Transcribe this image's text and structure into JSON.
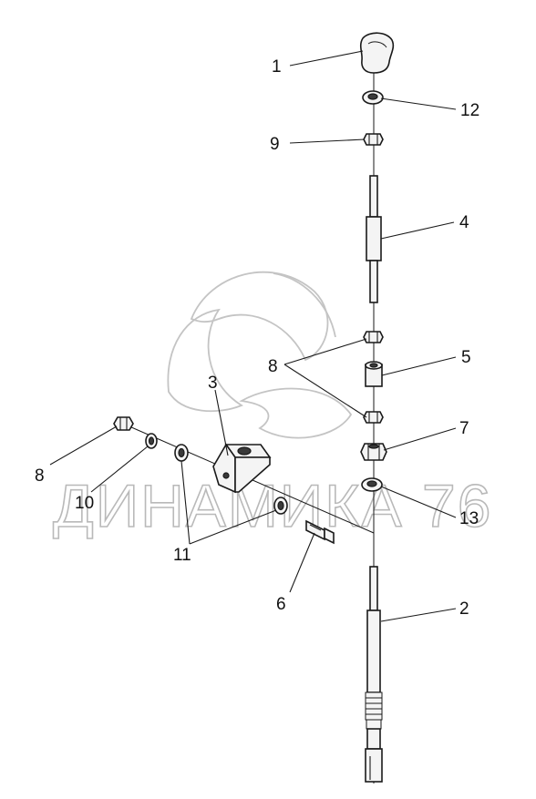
{
  "watermark": {
    "text": "ДИНАМИКА 76"
  },
  "diagram": {
    "labels": [
      {
        "id": "label-1",
        "text": "1"
      },
      {
        "id": "label-12",
        "text": "12"
      },
      {
        "id": "label-9",
        "text": "9"
      },
      {
        "id": "label-4",
        "text": "4"
      },
      {
        "id": "label-8-upper",
        "text": "8"
      },
      {
        "id": "label-5",
        "text": "5"
      },
      {
        "id": "label-3",
        "text": "3"
      },
      {
        "id": "label-7",
        "text": "7"
      },
      {
        "id": "label-8-left",
        "text": "8"
      },
      {
        "id": "label-10",
        "text": "10"
      },
      {
        "id": "label-13",
        "text": "13"
      },
      {
        "id": "label-11",
        "text": "11"
      },
      {
        "id": "label-6",
        "text": "6"
      },
      {
        "id": "label-2",
        "text": "2"
      }
    ]
  }
}
